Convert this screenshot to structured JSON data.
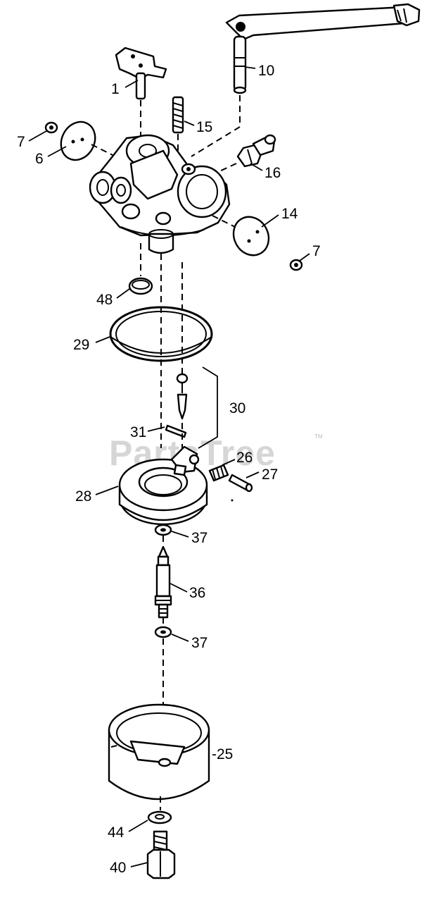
{
  "watermark": {
    "text": "PartsTree",
    "trademark": "TM"
  },
  "callouts": [
    {
      "id": "p1",
      "label": "1"
    },
    {
      "id": "p10",
      "label": "10"
    },
    {
      "id": "p15",
      "label": "15"
    },
    {
      "id": "p7a",
      "label": "7"
    },
    {
      "id": "p6",
      "label": "6"
    },
    {
      "id": "p16",
      "label": "16"
    },
    {
      "id": "p14",
      "label": "14"
    },
    {
      "id": "p7b",
      "label": "7"
    },
    {
      "id": "p48",
      "label": "48"
    },
    {
      "id": "p29",
      "label": "29"
    },
    {
      "id": "p30",
      "label": "30"
    },
    {
      "id": "p31",
      "label": "31"
    },
    {
      "id": "p26",
      "label": "26"
    },
    {
      "id": "p27",
      "label": "27"
    },
    {
      "id": "p28",
      "label": "28"
    },
    {
      "id": "p37a",
      "label": "37"
    },
    {
      "id": "p36",
      "label": "36"
    },
    {
      "id": "p37b",
      "label": "37"
    },
    {
      "id": "p25",
      "label": "-25"
    },
    {
      "id": "p44",
      "label": "44"
    },
    {
      "id": "p40",
      "label": "40"
    }
  ]
}
